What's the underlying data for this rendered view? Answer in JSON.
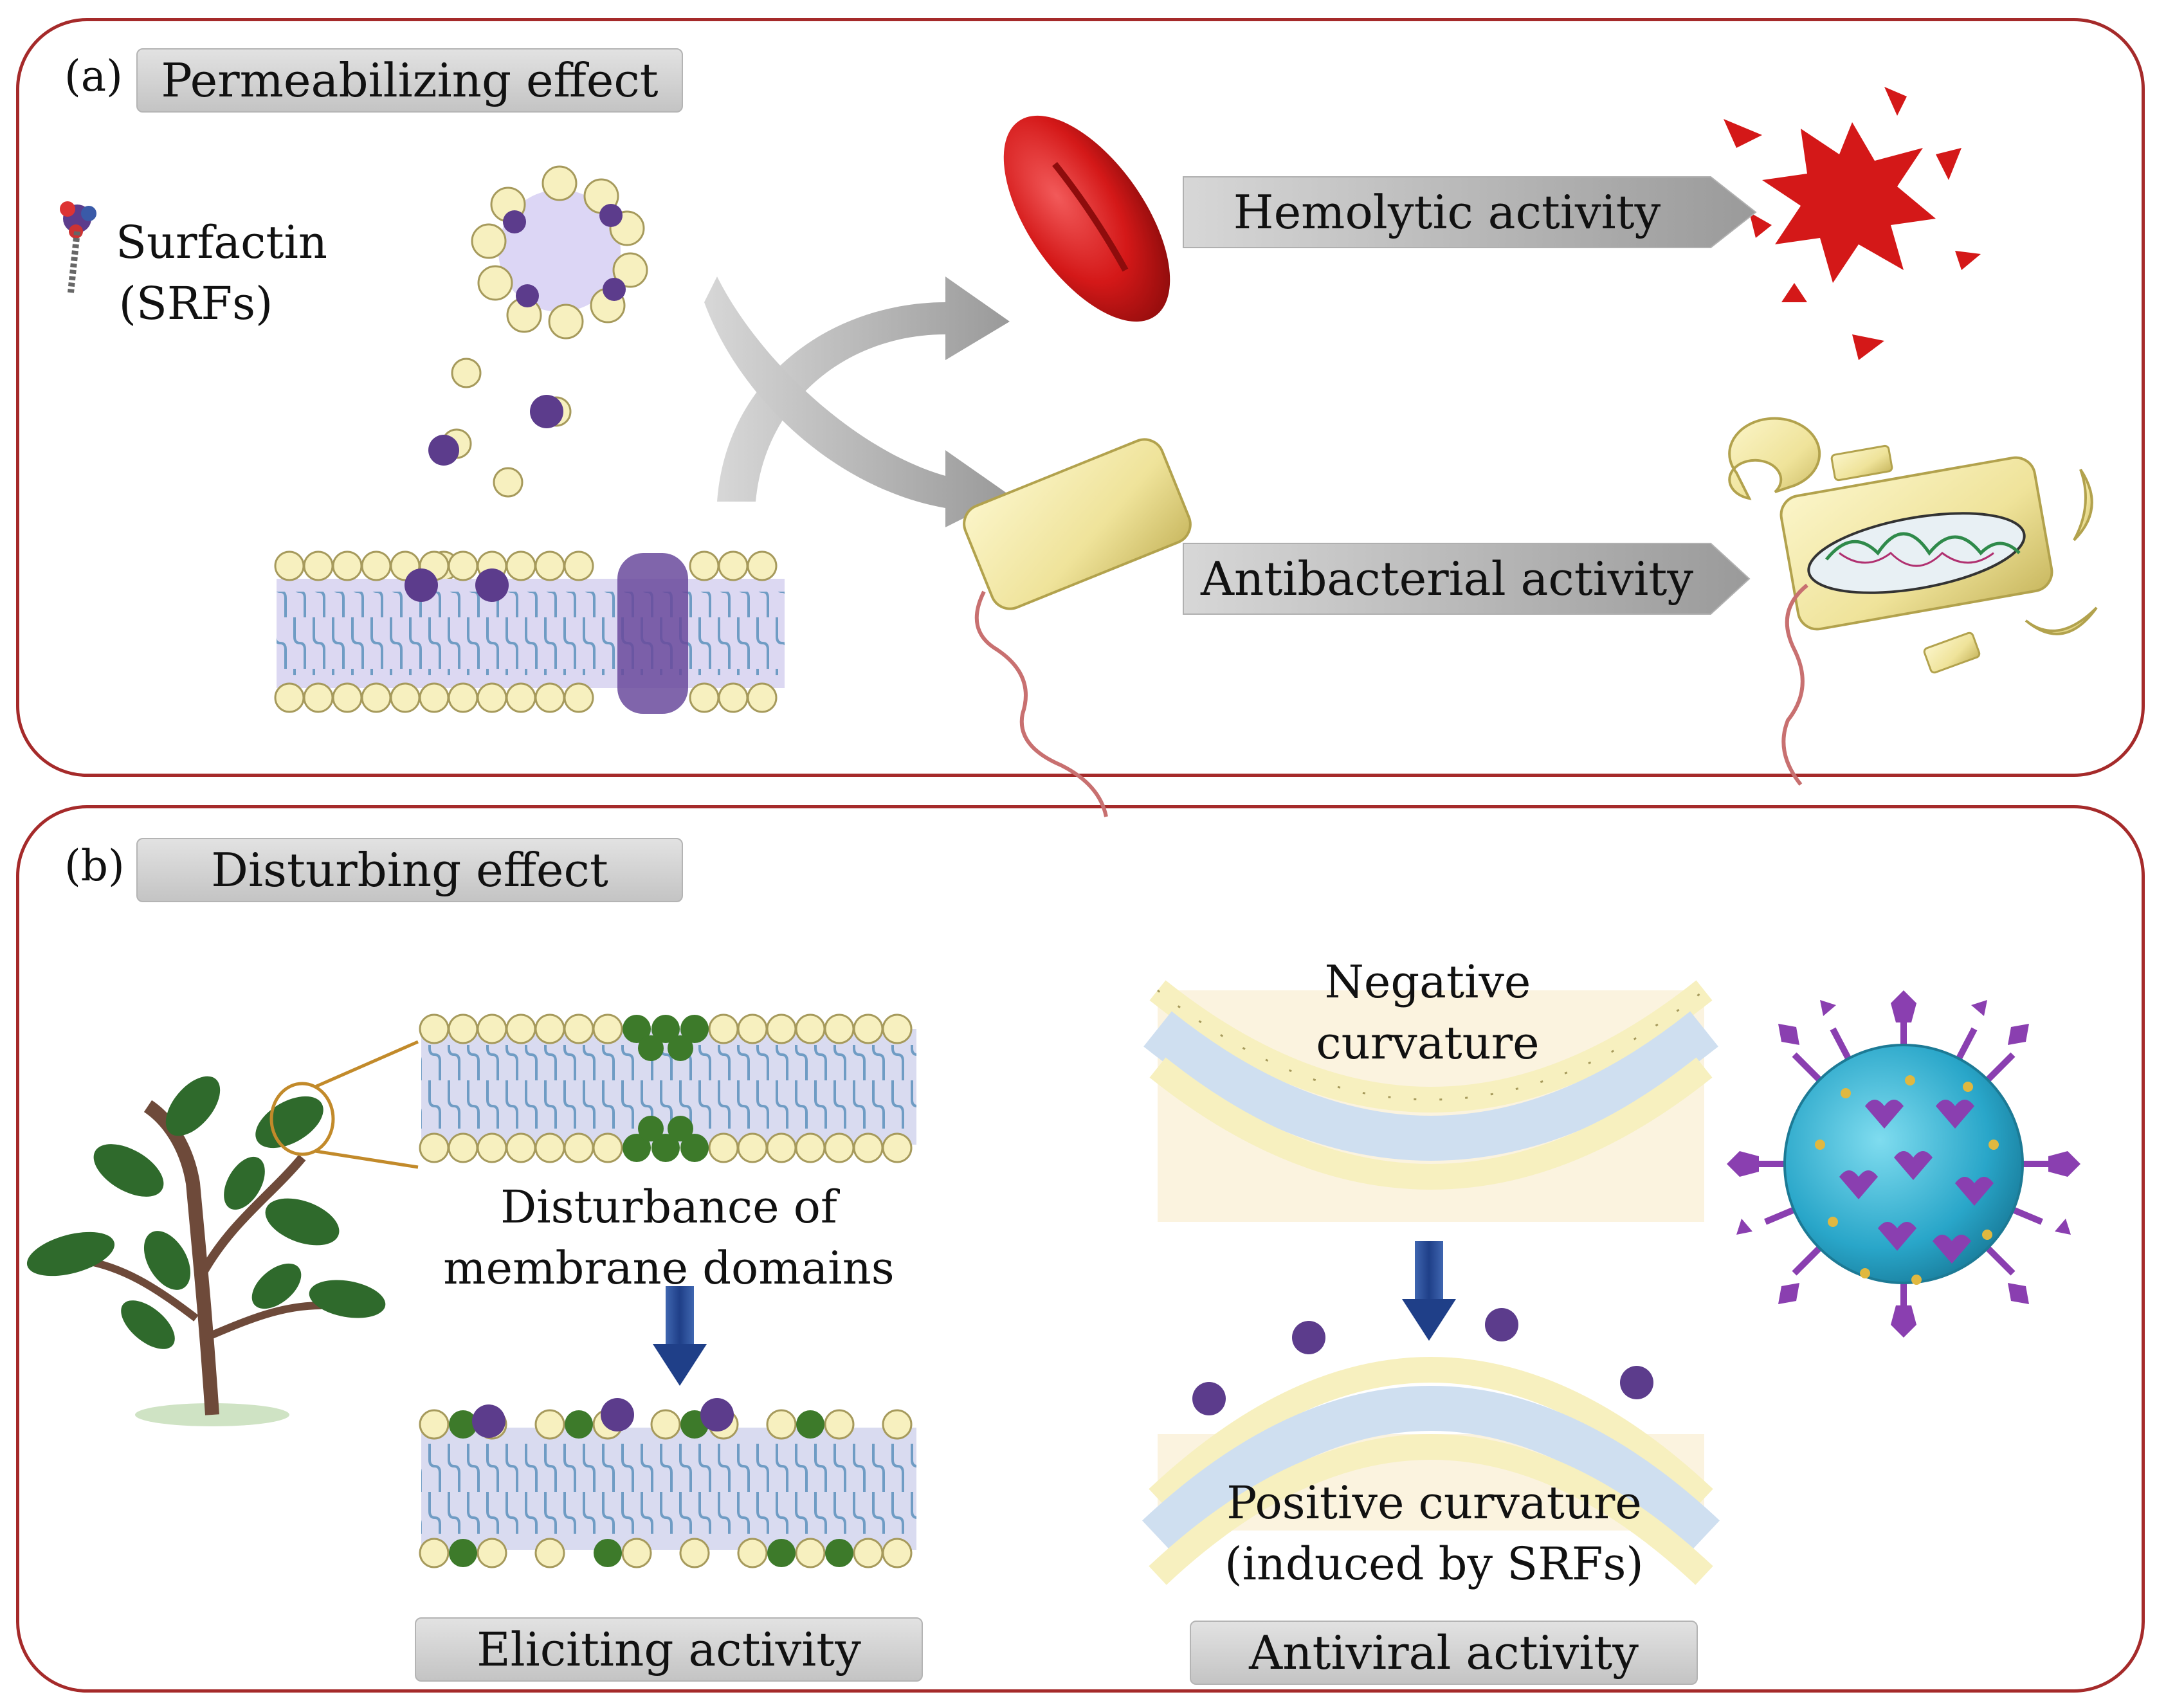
{
  "panel_a": {
    "letter": "(a)",
    "title": "Permeabilizing effect",
    "legend_label_line1": "Surfactin",
    "legend_label_line2": "(SRFs)",
    "hemolytic_label": "Hemolytic activity",
    "antibacterial_label": "Antibacterial activity"
  },
  "panel_b": {
    "letter": "(b)",
    "title": "Disturbing effect",
    "domains_line1": "Disturbance of",
    "domains_line2": "membrane domains",
    "eliciting_label": "Eliciting activity",
    "negative_line1": "Negative",
    "negative_line2": "curvature",
    "positive_line1": "Positive curvature",
    "positive_line2": "(induced by SRFs)",
    "antiviral_label": "Antiviral activity"
  },
  "colors": {
    "panel_border": "#a52a2a",
    "lipid_head": "#f7f0bf",
    "tail": "#6f9cc4",
    "rbc": "#d41818",
    "bacterium": "#efe6a0",
    "leaf": "#2f6a2c",
    "domain": "#3d7a2a",
    "virus": "#29a6c9",
    "spike": "#8a3fb0"
  }
}
